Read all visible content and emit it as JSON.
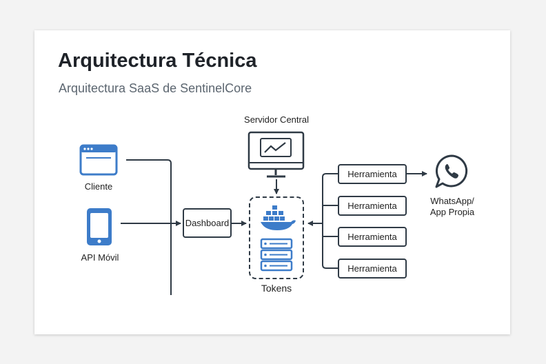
{
  "header": {
    "title": "Arquitectura Técnica",
    "subtitle": "Arquitectura SaaS de SentinelCore"
  },
  "clients": {
    "cliente_label": "Cliente",
    "api_label": "API Móvil"
  },
  "dashboard": {
    "label": "Dashboard"
  },
  "server": {
    "title": "Servidor Central",
    "tokens_label": "Tokens"
  },
  "tools": [
    "Herramienta",
    "Herramienta",
    "Herramienta",
    "Herramienta"
  ],
  "output": {
    "line1": "WhatsApp/",
    "line2": "App Propia"
  },
  "colors": {
    "accent": "#3d7cc9",
    "line": "#2f3a45"
  },
  "icons": [
    "browser-window-icon",
    "smartphone-icon",
    "monitor-icon",
    "docker-whale-icon",
    "server-stack-icon",
    "whatsapp-icon"
  ]
}
